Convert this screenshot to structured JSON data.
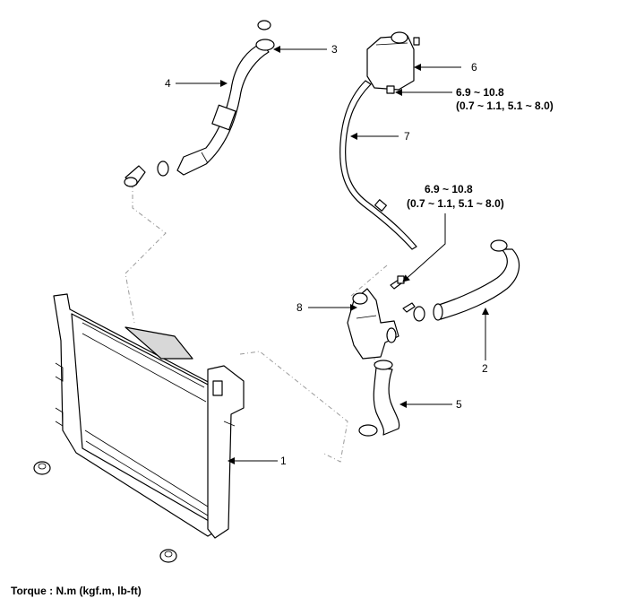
{
  "callouts": [
    {
      "id": "1",
      "label": "1"
    },
    {
      "id": "2",
      "label": "2"
    },
    {
      "id": "3",
      "label": "3"
    },
    {
      "id": "4",
      "label": "4"
    },
    {
      "id": "5",
      "label": "5"
    },
    {
      "id": "6",
      "label": "6"
    },
    {
      "id": "7",
      "label": "7"
    },
    {
      "id": "8",
      "label": "8"
    }
  ],
  "torque_specs": [
    {
      "line1": "6.9 ~ 10.8",
      "line2": "(0.7 ~ 1.1, 5.1 ~ 8.0)"
    },
    {
      "line1": "6.9 ~ 10.8",
      "line2": "(0.7 ~ 1.1, 5.1 ~ 8.0)"
    }
  ],
  "footer": {
    "torque_units": "Torque : N.m (kgf.m, lb-ft)"
  }
}
